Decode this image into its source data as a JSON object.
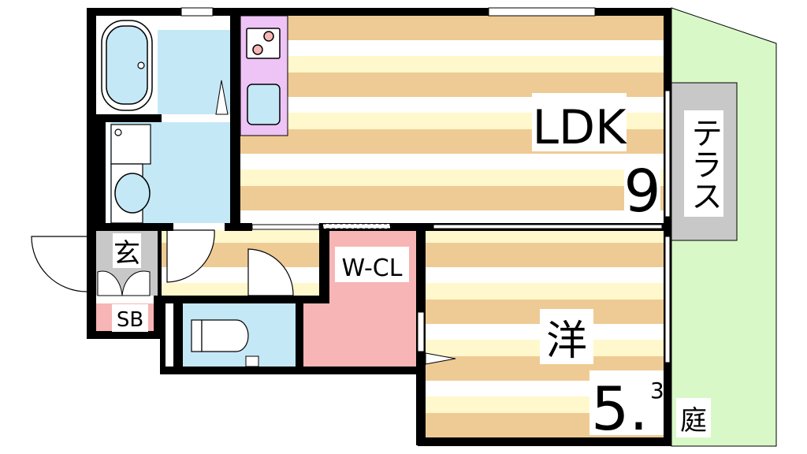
{
  "rooms": {
    "ldk": {
      "label": "LDK",
      "size": "9"
    },
    "western_room": {
      "label": "洋",
      "size": "5.",
      "size_fraction": "3"
    },
    "terrace": {
      "label": "テラス"
    },
    "garden": {
      "label": "庭"
    },
    "entrance": {
      "label": "玄"
    },
    "shoe_box": {
      "label": "SB"
    },
    "walk_in_closet": {
      "label": "W-CL"
    }
  },
  "colors": {
    "wall": "#000000",
    "floor_orange": "#EECB95",
    "floor_yellow": "#FFF8CC",
    "water_blue": "#C5E8F7",
    "kitchen_purple": "#EEC3F5",
    "closet_pink": "#F7B5B5",
    "terrace_gray": "#C8C8C8",
    "garden_green": "#D8F8C8"
  }
}
